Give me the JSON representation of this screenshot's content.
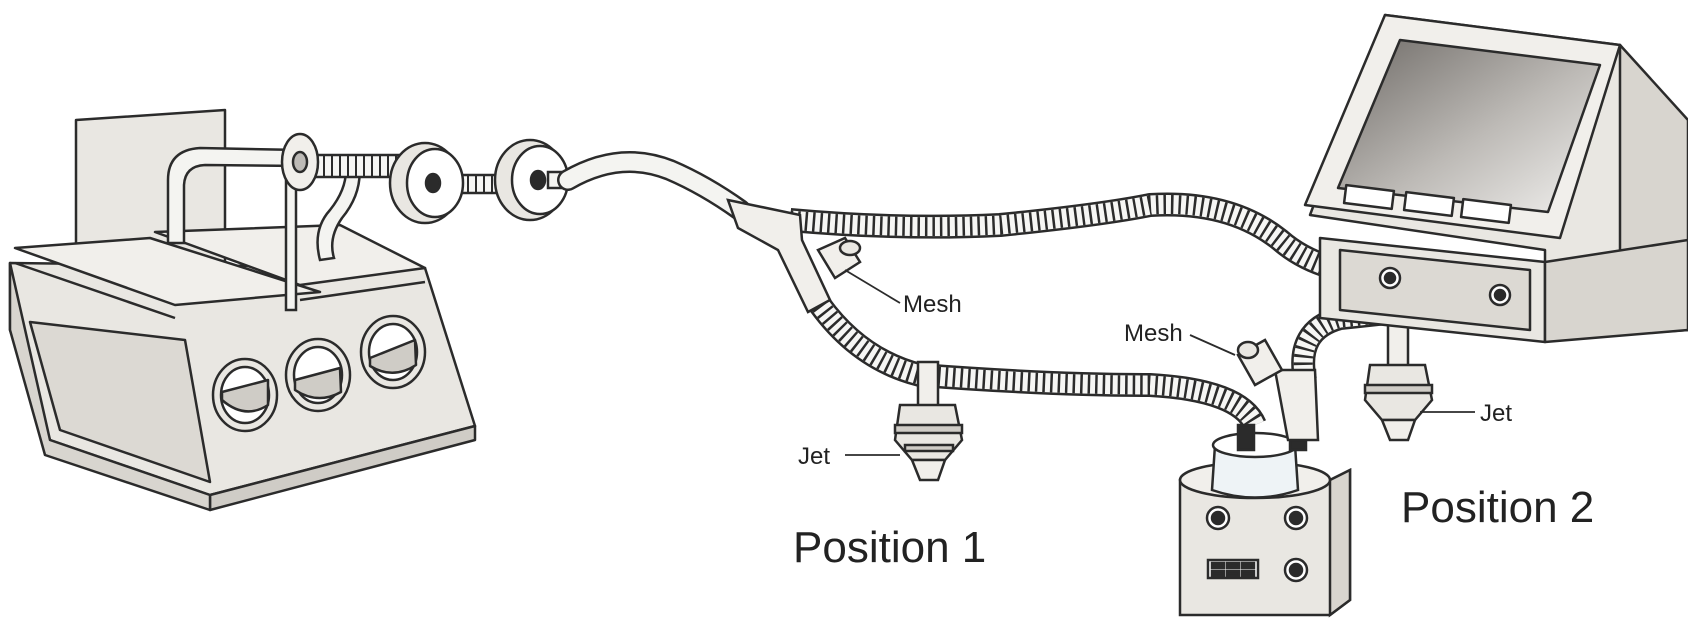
{
  "labels": {
    "mesh_1": "Mesh",
    "mesh_2": "Mesh",
    "jet_1": "Jet",
    "jet_2": "Jet",
    "position_1": "Position 1",
    "position_2": "Position 2"
  },
  "colors": {
    "stroke": "#2b2b2b",
    "body_fill": "#e9e7e2",
    "panel_fill": "#dcd9d3",
    "tube_fill": "#f4f4f1",
    "screen_dark": "#6e6a66",
    "screen_light": "#f2f1ef",
    "background": "#ffffff"
  },
  "icons": {
    "ventilator": "ventilator-monitor-icon",
    "lung_model": "test-lung-box-icon",
    "humidifier": "heated-humidifier-icon",
    "nebulizer": "jet-nebulizer-icon",
    "mesh_nebulizer": "mesh-nebulizer-icon",
    "filter": "inline-filter-icon"
  }
}
